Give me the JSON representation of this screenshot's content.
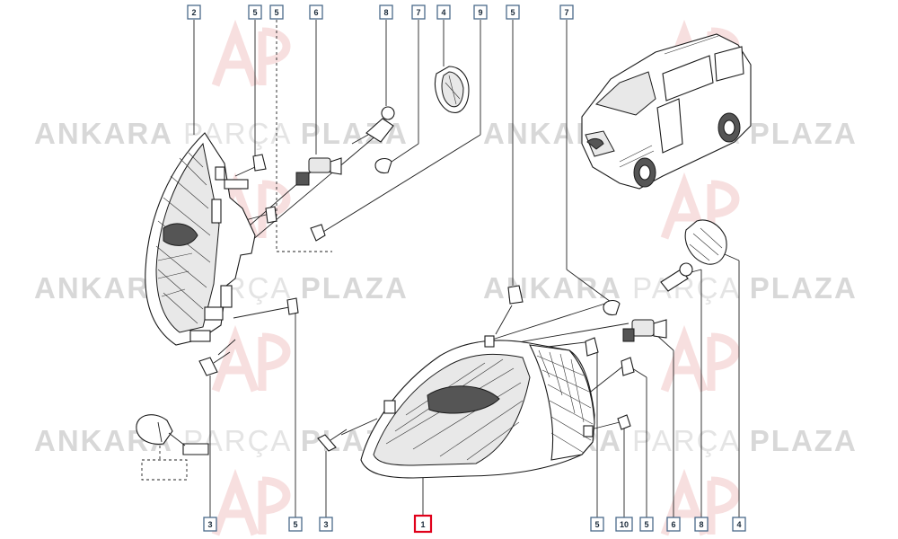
{
  "watermark": {
    "part1": "ANKARA",
    "part2": "PARÇA",
    "part3": "PLAZA"
  },
  "callouts": {
    "top": [
      "2",
      "5",
      "5",
      "6",
      "8",
      "7",
      "4",
      "9",
      "5",
      "7"
    ],
    "bottom": [
      "3",
      "5",
      "3",
      "1",
      "5",
      "10",
      "5",
      "6",
      "8",
      "4"
    ],
    "highlighted": "1"
  },
  "colors": {
    "highlight": "#e0001a",
    "callout_border": "#4a6a8a",
    "watermark_logo": "#f2c9c9"
  }
}
